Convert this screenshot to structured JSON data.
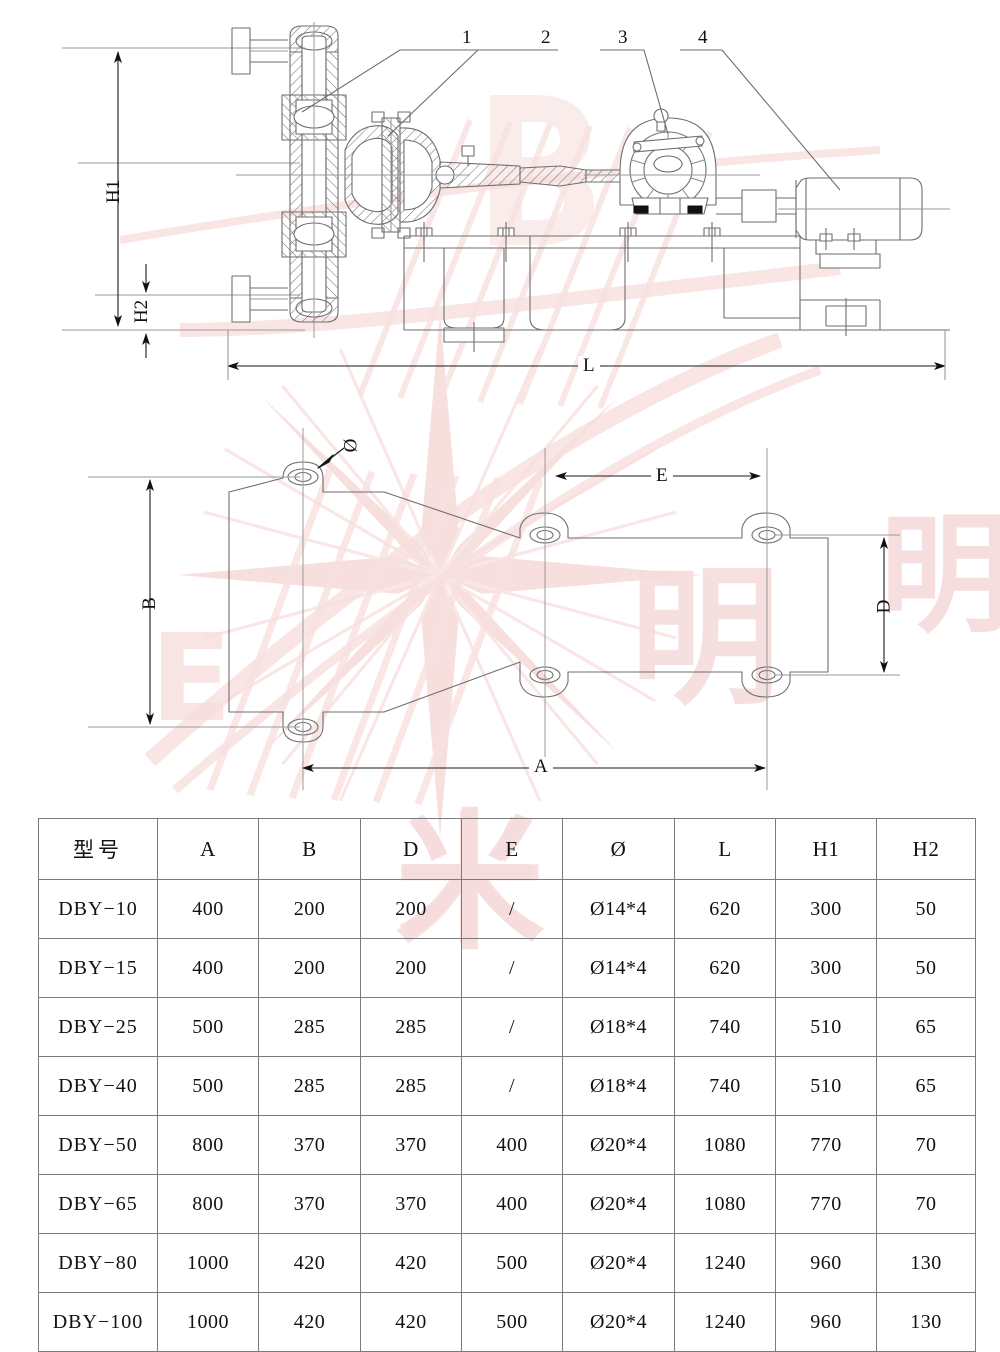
{
  "figure": {
    "title": "DBY electric diaphragm pump assembly and mounting dimension drawing",
    "callouts": [
      {
        "id": "1",
        "label": "1"
      },
      {
        "id": "2",
        "label": "2"
      },
      {
        "id": "3",
        "label": "3"
      },
      {
        "id": "4",
        "label": "4"
      }
    ],
    "elevation_dimensions": [
      {
        "name": "H1",
        "label": "H1"
      },
      {
        "name": "H2",
        "label": "H2"
      },
      {
        "name": "L",
        "label": "L"
      }
    ],
    "plan_dimensions": [
      {
        "name": "A",
        "label": "A"
      },
      {
        "name": "B",
        "label": "B"
      },
      {
        "name": "D",
        "label": "D"
      },
      {
        "name": "E",
        "label": "E"
      },
      {
        "name": "diameter",
        "label": "Ø"
      }
    ],
    "line_color": "#6e6e6e",
    "dim_color": "#1a1a1a",
    "watermark_color": "#f6dcdc"
  },
  "spec_table": {
    "headers": [
      "型号",
      "A",
      "B",
      "D",
      "E",
      "Ø",
      "L",
      "H1",
      "H2"
    ],
    "rows": [
      [
        "DBY−10",
        "400",
        "200",
        "200",
        "/",
        "Ø14*4",
        "620",
        "300",
        "50"
      ],
      [
        "DBY−15",
        "400",
        "200",
        "200",
        "/",
        "Ø14*4",
        "620",
        "300",
        "50"
      ],
      [
        "DBY−25",
        "500",
        "285",
        "285",
        "/",
        "Ø18*4",
        "740",
        "510",
        "65"
      ],
      [
        "DBY−40",
        "500",
        "285",
        "285",
        "/",
        "Ø18*4",
        "740",
        "510",
        "65"
      ],
      [
        "DBY−50",
        "800",
        "370",
        "370",
        "400",
        "Ø20*4",
        "1080",
        "770",
        "70"
      ],
      [
        "DBY−65",
        "800",
        "370",
        "370",
        "400",
        "Ø20*4",
        "1080",
        "770",
        "70"
      ],
      [
        "DBY−80",
        "1000",
        "420",
        "420",
        "500",
        "Ø20*4",
        "1240",
        "960",
        "130"
      ],
      [
        "DBY−100",
        "1000",
        "420",
        "420",
        "500",
        "Ø20*4",
        "1240",
        "960",
        "130"
      ]
    ]
  },
  "chart_data": {
    "type": "table",
    "title": "DBY diaphragm pump dimension specifications (mm)",
    "categories": [
      "DBY−10",
      "DBY−15",
      "DBY−25",
      "DBY−40",
      "DBY−50",
      "DBY−65",
      "DBY−80",
      "DBY−100"
    ],
    "series": [
      {
        "name": "A",
        "values": [
          400,
          400,
          500,
          500,
          800,
          800,
          1000,
          1000
        ]
      },
      {
        "name": "B",
        "values": [
          200,
          200,
          285,
          285,
          370,
          370,
          420,
          420
        ]
      },
      {
        "name": "D",
        "values": [
          200,
          200,
          285,
          285,
          370,
          370,
          420,
          420
        ]
      },
      {
        "name": "E",
        "values": [
          null,
          null,
          null,
          null,
          400,
          400,
          500,
          500
        ]
      },
      {
        "name": "Ø",
        "values": [
          "Ø14*4",
          "Ø14*4",
          "Ø18*4",
          "Ø18*4",
          "Ø20*4",
          "Ø20*4",
          "Ø20*4",
          "Ø20*4"
        ]
      },
      {
        "name": "L",
        "values": [
          620,
          620,
          740,
          740,
          1080,
          1080,
          1240,
          1240
        ]
      },
      {
        "name": "H1",
        "values": [
          300,
          300,
          510,
          510,
          770,
          770,
          960,
          960
        ]
      },
      {
        "name": "H2",
        "values": [
          50,
          50,
          65,
          65,
          70,
          70,
          130,
          130
        ]
      }
    ],
    "xlabel": "型号",
    "ylabel": "",
    "legend": "none",
    "grid": true
  }
}
